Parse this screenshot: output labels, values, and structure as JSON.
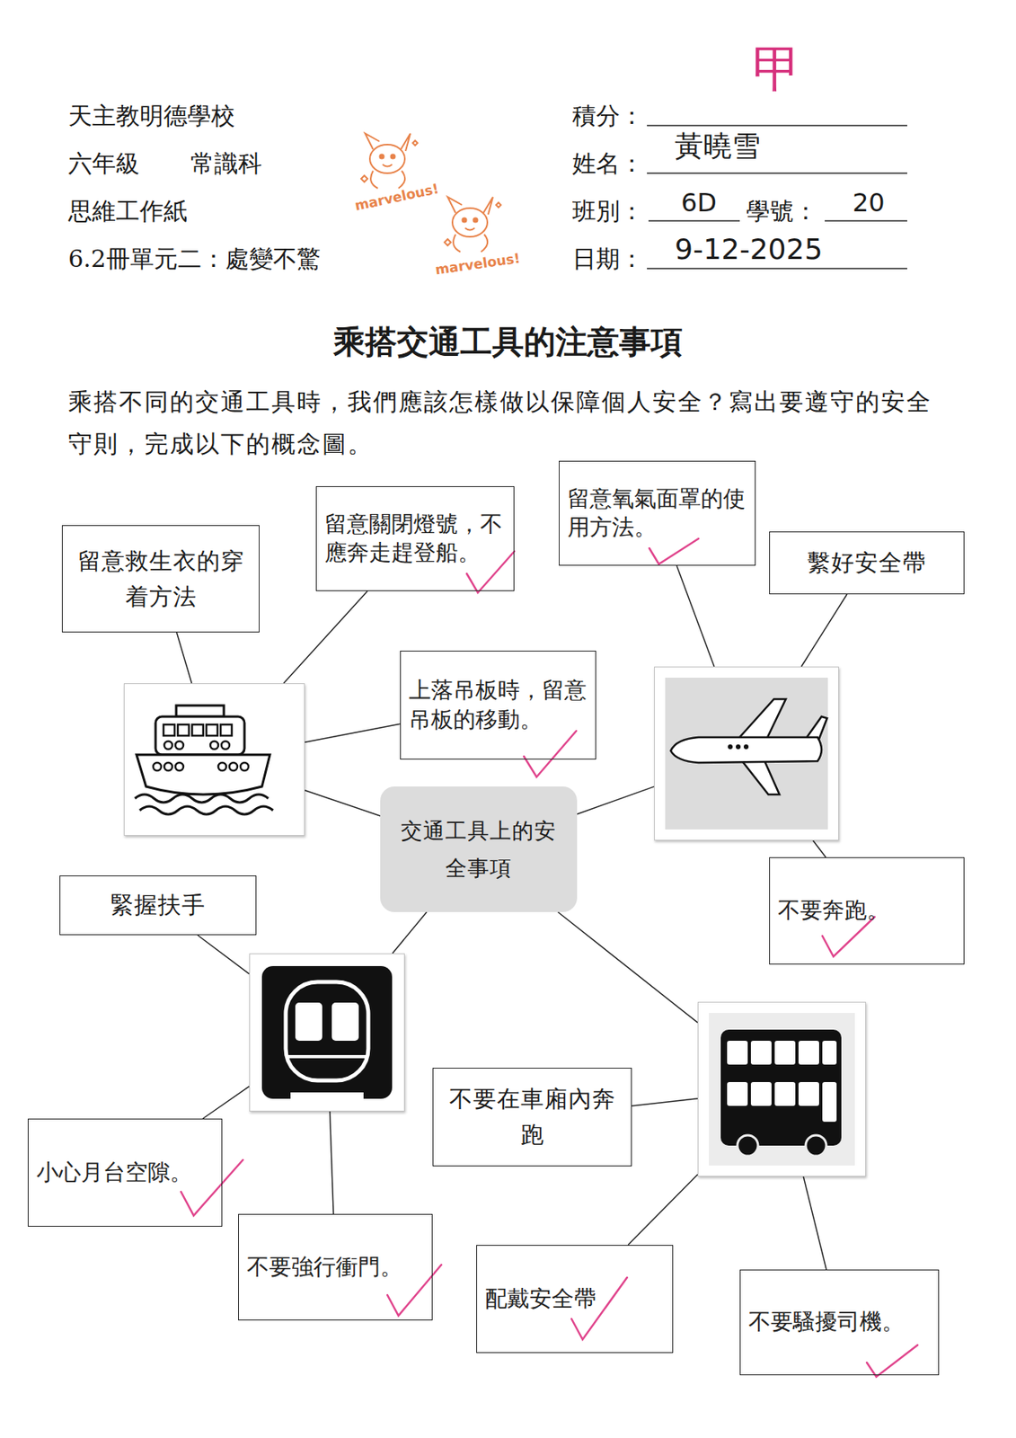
{
  "diagram": {
    "title": "乘搭交通工具的注意事項",
    "nodes": [
      {
        "text": [
          "交通工具上的安全事項"
        ]
      },
      {
        "text": []
      },
      {
        "text": []
      },
      {
        "text": []
      },
      {
        "text": []
      },
      {
        "text": [
          "留意救生衣的穿着方法"
        ]
      },
      {
        "text": [
          "留意關閉燈號，不應奔走趕登船。"
        ]
      },
      {
        "text": [
          "留意氧氣面罩的使用方法。"
        ]
      },
      {
        "text": [
          "繫好安全帶"
        ]
      },
      {
        "text": [
          "上落吊板時，留意吊板的移動。"
        ]
      },
      {
        "text": [
          "不要奔跑。"
        ]
      },
      {
        "text": [
          "緊握扶手"
        ]
      },
      {
        "text": [
          "不要在車廂內奔跑"
        ]
      },
      {
        "text": [
          "小心月台空隙。"
        ]
      },
      {
        "text": [
          "不要強行衝門。"
        ]
      },
      {
        "text": [
          "配戴安全帶"
        ]
      },
      {
        "text": [
          "不要騷擾司機。"
        ]
      }
    ],
    "edges": [
      {
        "from": 0,
        "to": 1,
        "arrow": "none"
      },
      {
        "from": 0,
        "to": 2,
        "arrow": "none"
      },
      {
        "from": 0,
        "to": 3,
        "arrow": "none"
      },
      {
        "from": 0,
        "to": 4,
        "arrow": "none"
      },
      {
        "from": 1,
        "to": 5,
        "arrow": "none"
      },
      {
        "from": 1,
        "to": 6,
        "arrow": "none"
      },
      {
        "from": 1,
        "to": 9,
        "arrow": "none"
      },
      {
        "from": 2,
        "to": 7,
        "arrow": "none"
      },
      {
        "from": 2,
        "to": 8,
        "arrow": "none"
      },
      {
        "from": 2,
        "to": 10,
        "arrow": "none"
      },
      {
        "from": 3,
        "to": 11,
        "arrow": "none"
      },
      {
        "from": 3,
        "to": 13,
        "arrow": "none"
      },
      {
        "from": 3,
        "to": 14,
        "arrow": "none"
      },
      {
        "from": 4,
        "to": 12,
        "arrow": "none"
      },
      {
        "from": 4,
        "to": 15,
        "arrow": "none"
      },
      {
        "from": 4,
        "to": 16,
        "arrow": "none"
      }
    ],
    "labels": [
      "天主教明德學校",
      "六年級",
      "常識科",
      "思維工作紙",
      "6.2冊單元二：處變不驚",
      "marvelous!",
      "marvelous!",
      "積分：",
      "甲",
      "姓名：",
      "黃曉雪",
      "班別：",
      "6D",
      "學號：",
      "20",
      "日期：",
      "9-12-2025",
      "乘搭不同的交通工具時，我們應該怎樣做以保障個人安全？寫出要遵守的安全守則，完成以下的概念圖。"
    ]
  }
}
